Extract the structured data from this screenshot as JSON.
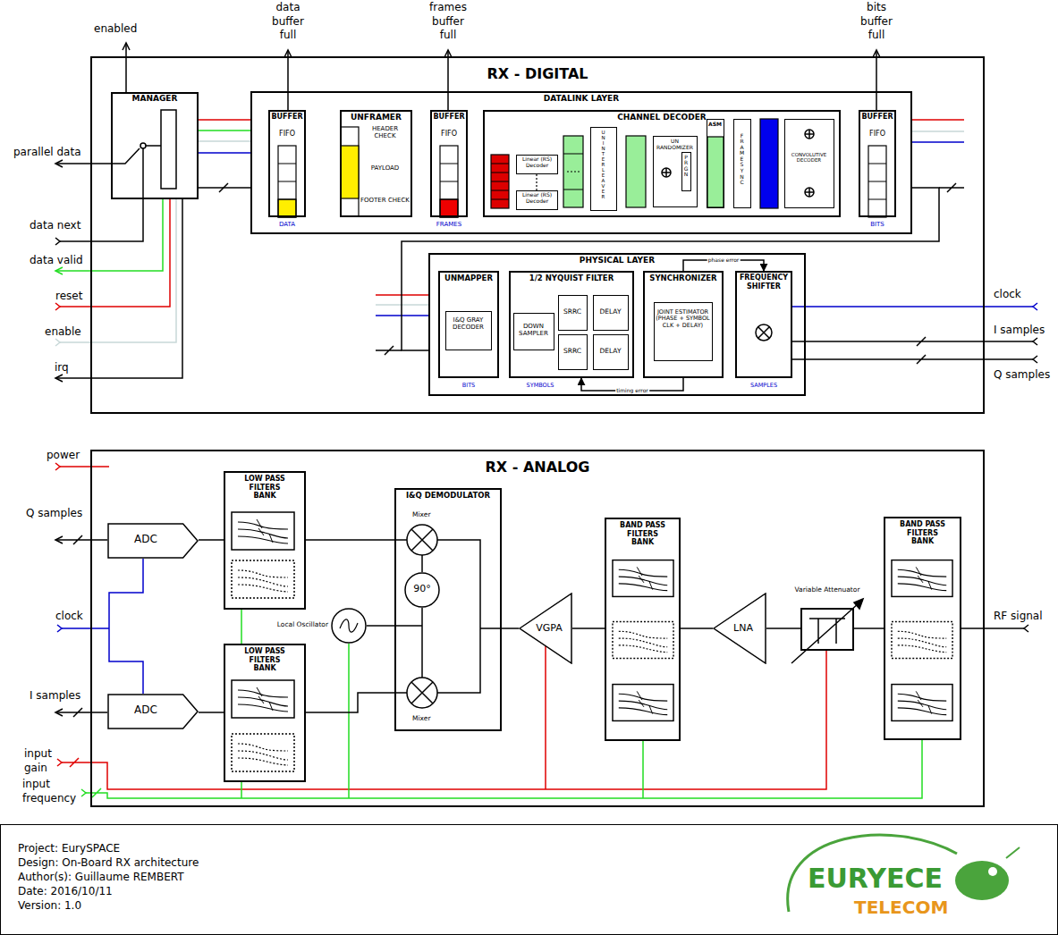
{
  "diagram": {
    "nodes": [
      {
        "text": [
          "RX - DIGITAL"
        ]
      },
      {
        "text": [
          "MANAGER"
        ],
        "in": 0
      },
      {
        "text": [
          "DATALINK LAYER"
        ],
        "in": 0
      },
      {
        "text": [
          "BUFFER",
          "FIFO",
          "DATA"
        ],
        "in": 2
      },
      {
        "text": [
          "UNFRAMER",
          "HEADER CHECK",
          "PAYLOAD",
          "FOOTER CHECK"
        ],
        "in": 2
      },
      {
        "text": [
          "BUFFER",
          "FIFO",
          "FRAMES"
        ],
        "in": 2
      },
      {
        "text": [
          "CHANNEL DECODER"
        ],
        "in": 2
      },
      {
        "text": [
          "Linear (RS) Decoder"
        ],
        "in": 6
      },
      {
        "text": [
          "Linear (RS) Decoder"
        ],
        "in": 6
      },
      {
        "text": [
          "UN INTERLEAVER"
        ],
        "in": 6
      },
      {
        "text": [
          "UN RANDOMIZER"
        ],
        "in": 6
      },
      {
        "text": [
          "PRGN"
        ],
        "in": 10
      },
      {
        "text": [
          "ASM"
        ],
        "in": 6
      },
      {
        "text": [
          "FRAME SYNC"
        ],
        "in": 6
      },
      {
        "text": [
          "CONVOLUTIVE DECODER"
        ],
        "in": 6
      },
      {
        "text": [
          "BUFFER",
          "FIFO",
          "BITS"
        ],
        "in": 2
      },
      {
        "text": [
          "PHYSICAL LAYER"
        ],
        "in": 0
      },
      {
        "text": [
          "UNMAPPER",
          "BITS"
        ],
        "in": 16
      },
      {
        "text": [
          "I&Q GRAY DECODER"
        ],
        "in": 17
      },
      {
        "text": [
          "1/2 NYQUIST FILTER",
          "SYMBOLS"
        ],
        "in": 16
      },
      {
        "text": [
          "DOWN SAMPLER"
        ],
        "in": 19
      },
      {
        "text": [
          "SRRC"
        ],
        "in": 19
      },
      {
        "text": [
          "DELAY"
        ],
        "in": 19
      },
      {
        "text": [
          "SRRC"
        ],
        "in": 19
      },
      {
        "text": [
          "DELAY"
        ],
        "in": 19
      },
      {
        "text": [
          "SYNCHRONIZER"
        ],
        "in": 16
      },
      {
        "text": [
          "JOINT ESTIMATOR (PHASE + SYMBOL CLK + DELAY)"
        ],
        "in": 25
      },
      {
        "text": [
          "FREQUENCY SHIFTER",
          "SAMPLES"
        ],
        "in": 16
      },
      {
        "text": [
          "RX - ANALOG"
        ]
      },
      {
        "text": [
          "ADC"
        ],
        "in": 28
      },
      {
        "text": [
          "LOW PASS FILTERS BANK"
        ],
        "in": 28
      },
      {
        "text": [
          "I&Q DEMODULATOR",
          "Mixer",
          "Mixer"
        ],
        "in": 28
      },
      {
        "text": [
          "90°"
        ],
        "in": 31
      },
      {
        "text": [
          "Local Oscillator"
        ],
        "in": 28
      },
      {
        "text": [
          "ADC"
        ],
        "in": 28
      },
      {
        "text": [
          "LOW PASS FILTERS BANK"
        ],
        "in": 28
      },
      {
        "text": [
          "BAND PASS FILTERS BANK"
        ],
        "in": 28
      },
      {
        "text": [
          "VGPA"
        ],
        "in": 28
      },
      {
        "text": [
          "LNA"
        ],
        "in": 28
      },
      {
        "text": [
          "Variable Attenuator"
        ],
        "in": 28
      },
      {
        "text": [
          "BAND PASS FILTERS BANK"
        ],
        "in": 28
      },
      {
        "text": [
          "Project: EurySPACE",
          "Design: On-Board RX architecture",
          "Author(s): Guillaume REMBERT",
          "Date: 2016/10/11",
          "Version: 1.0"
        ]
      }
    ],
    "edges": [
      {
        "from": 1,
        "to": 2,
        "arrow": "none"
      },
      {
        "from": 2,
        "to": 16,
        "arrow": "none"
      },
      {
        "from": 25,
        "to": 27,
        "label": "phase error",
        "arrow": "to"
      },
      {
        "from": 25,
        "to": 19,
        "label": "timing error",
        "arrow": "to"
      },
      {
        "from": 30,
        "to": 29,
        "arrow": "none"
      },
      {
        "from": 35,
        "to": 34,
        "arrow": "none"
      },
      {
        "from": 31,
        "to": 30,
        "arrow": "none"
      },
      {
        "from": 31,
        "to": 35,
        "arrow": "none"
      },
      {
        "from": 33,
        "to": 31,
        "arrow": "none"
      },
      {
        "from": 37,
        "to": 31,
        "arrow": "none"
      },
      {
        "from": 36,
        "to": 37,
        "arrow": "none"
      },
      {
        "from": 38,
        "to": 36,
        "arrow": "none"
      },
      {
        "from": 39,
        "to": 38,
        "arrow": "none"
      },
      {
        "from": 40,
        "to": 39,
        "arrow": "none"
      }
    ],
    "labels": [
      "enabled",
      "data buffer full",
      "frames buffer full",
      "bits buffer full",
      "parallel data",
      "data next",
      "data valid",
      "reset",
      "enable",
      "irq",
      "clock",
      "I samples",
      "Q samples",
      "power",
      "Q samples",
      "clock",
      "I samples",
      "input gain",
      "input frequency",
      "RF signal",
      "EURYECE",
      "TELECOM"
    ]
  }
}
